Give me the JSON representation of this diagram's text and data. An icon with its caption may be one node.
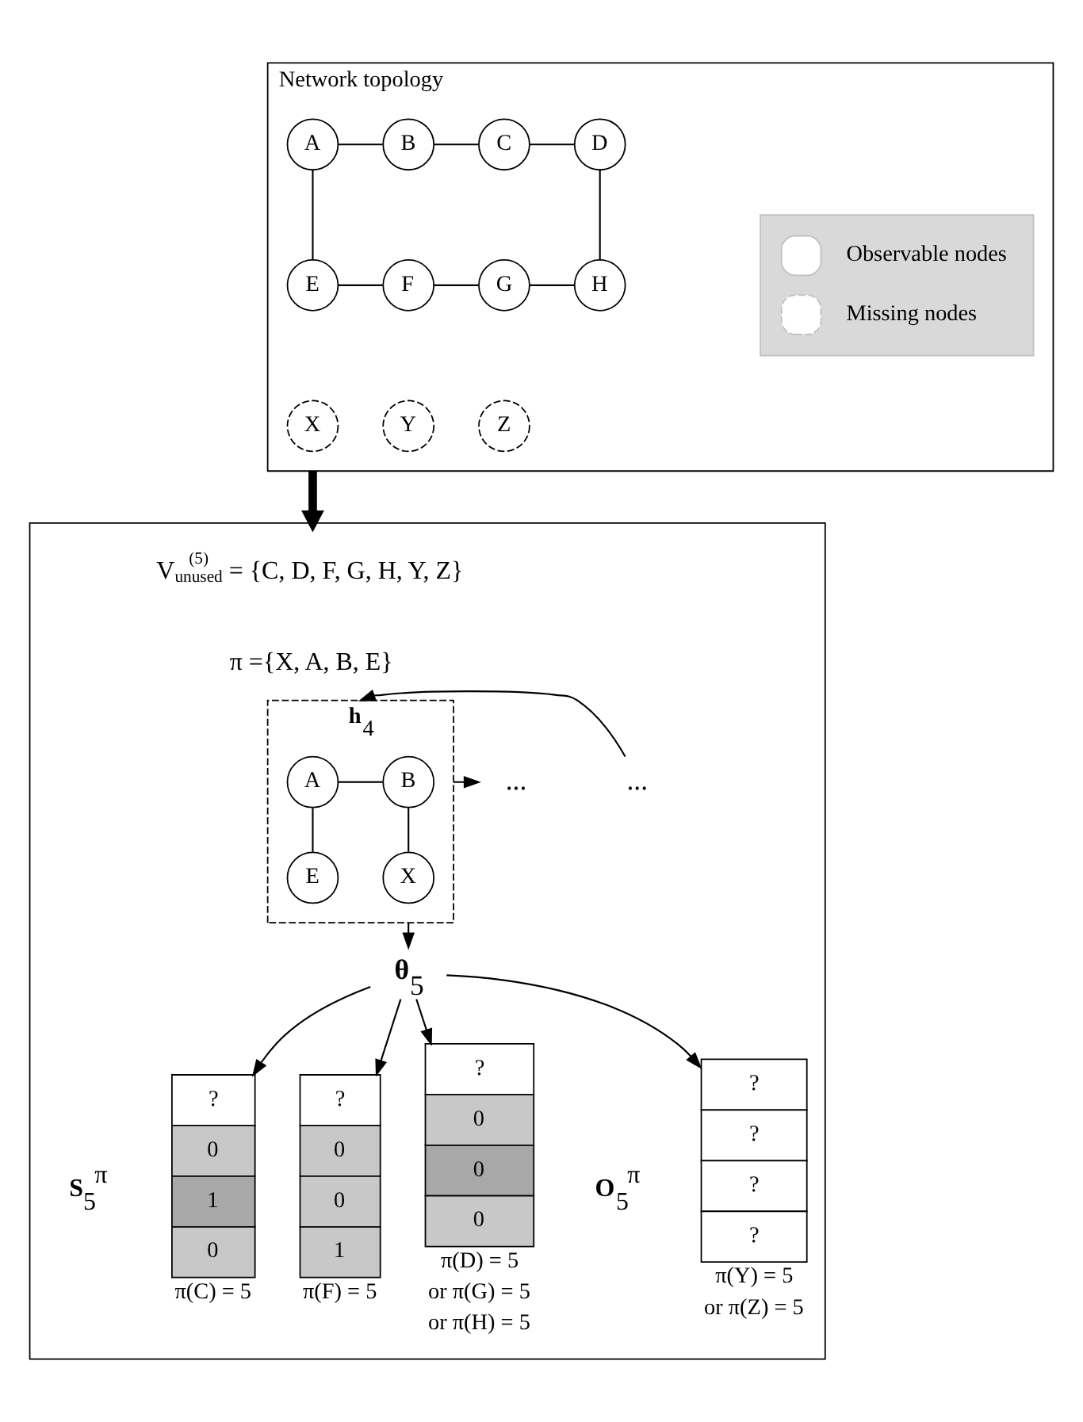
{
  "diagram": {
    "nodes": [
      {
        "text": [
          "Network topology"
        ]
      },
      {
        "text": [
          "A"
        ],
        "in": 0
      },
      {
        "text": [
          "B"
        ],
        "in": 0
      },
      {
        "text": [
          "C"
        ],
        "in": 0
      },
      {
        "text": [
          "D"
        ],
        "in": 0
      },
      {
        "text": [
          "E"
        ],
        "in": 0
      },
      {
        "text": [
          "F"
        ],
        "in": 0
      },
      {
        "text": [
          "G"
        ],
        "in": 0
      },
      {
        "text": [
          "H"
        ],
        "in": 0
      },
      {
        "text": [
          "X"
        ],
        "in": 0
      },
      {
        "text": [
          "Y"
        ],
        "in": 0
      },
      {
        "text": [
          "Z"
        ],
        "in": 0
      },
      {
        "text": [],
        "shape": "box"
      },
      {
        "text": [
          "..."
        ],
        "in": 12
      },
      {
        "text": [
          "**h**$_{4}$"
        ],
        "in": 12
      },
      {
        "text": [
          "A"
        ],
        "in": 14
      },
      {
        "text": [
          "B"
        ],
        "in": 14
      },
      {
        "text": [
          "E"
        ],
        "in": 14
      },
      {
        "text": [
          "X"
        ],
        "in": 14
      },
      {
        "text": [
          "..."
        ],
        "in": 12
      },
      {
        "text": [
          "**θ**$_{5}$"
        ],
        "in": 12
      },
      {
        "text": [
          "?",
          "0",
          "1",
          "0"
        ],
        "in": 12,
        "beside": [
          "π(C) = 5"
        ]
      },
      {
        "text": [
          "?",
          "0",
          "0",
          "1"
        ],
        "in": 12,
        "beside": [
          "π(F) = 5"
        ]
      },
      {
        "text": [
          "?",
          "0",
          "0",
          "0"
        ],
        "in": 12,
        "beside": [
          "π(D) = 5",
          "or π(G) = 5",
          "or π(H) = 5"
        ]
      },
      {
        "text": [
          "?",
          "?",
          "?",
          "?"
        ],
        "in": 12,
        "beside": [
          "π(Y) = 5",
          "or π(Z) = 5"
        ]
      }
    ],
    "edges": [
      {
        "from": 1,
        "to": 2,
        "arrow": "none"
      },
      {
        "from": 2,
        "to": 3,
        "arrow": "none"
      },
      {
        "from": 3,
        "to": 4,
        "arrow": "none"
      },
      {
        "from": 1,
        "to": 5,
        "arrow": "none"
      },
      {
        "from": 4,
        "to": 8,
        "arrow": "none"
      },
      {
        "from": 5,
        "to": 6,
        "arrow": "none"
      },
      {
        "from": 6,
        "to": 7,
        "arrow": "none"
      },
      {
        "from": 7,
        "to": 8,
        "arrow": "none"
      },
      {
        "from": 0,
        "to": 12,
        "arrow": "to",
        "style": "thick"
      },
      {
        "from": 13,
        "to": 14,
        "arrow": "to"
      },
      {
        "from": 15,
        "to": 16,
        "arrow": "none"
      },
      {
        "from": 15,
        "to": 17,
        "arrow": "none"
      },
      {
        "from": 16,
        "to": 18,
        "arrow": "none"
      },
      {
        "from": 14,
        "to": 19,
        "arrow": "to"
      },
      {
        "from": 14,
        "to": 20,
        "arrow": "to"
      },
      {
        "from": 20,
        "to": 21,
        "arrow": "to"
      },
      {
        "from": 20,
        "to": 22,
        "arrow": "to"
      },
      {
        "from": 20,
        "to": 23,
        "arrow": "to"
      },
      {
        "from": 20,
        "to": 24,
        "arrow": "to"
      }
    ],
    "labels": [
      "V$^{(5)}$$_{unused}$ = {C, D, F, G, H, Y, Z}",
      "π ={X, A, B, E}",
      "**S**$_{5}$$^{π}$",
      "**O**$_{5}$$^{π}$"
    ],
    "legend": [
      {
        "text": "Observable nodes"
      },
      {
        "text": "Missing nodes"
      }
    ]
  }
}
